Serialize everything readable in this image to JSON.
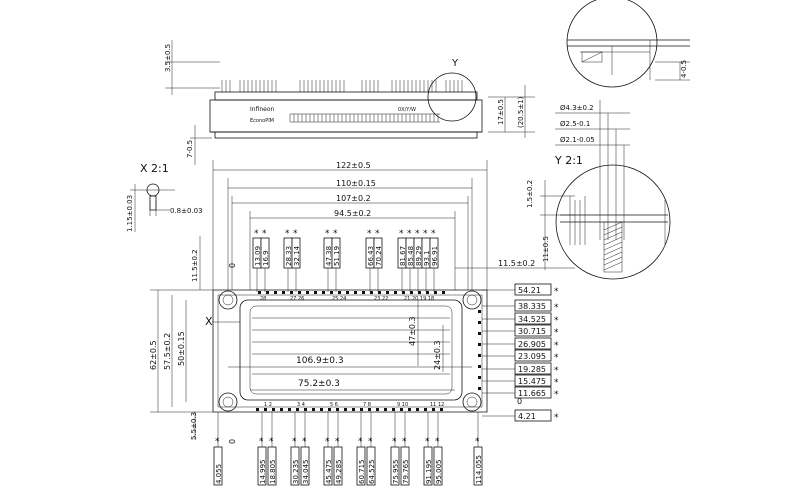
{
  "side_view": {
    "dim_pin_top": "3.5±0.5",
    "dim_bottom": "7-0.5",
    "dim_17": "17±0.5",
    "dim_205": "(20.5±1)",
    "dim_45": "4-0.5",
    "label_y": "Y",
    "brand_text": "Infineon",
    "product_text": "EconoPIM",
    "marking_text": "0X/Y/W"
  },
  "detail_x": {
    "title": "X 2:1",
    "dim_08": "0.8±0.03",
    "dim_115": "1.15±0.03"
  },
  "detail_y": {
    "title": "Y 2:1",
    "dim_d43": "Ø4.3±0.2",
    "dim_d25": "Ø2.5-0.1",
    "dim_d21": "Ø2.1-0.05",
    "dim_15": "1.5±0.2",
    "dim_11": "11±0.5"
  },
  "top_view": {
    "dim_122": "122±0.5",
    "dim_110": "110±0.15",
    "dim_107": "107±0.2",
    "dim_945": "94.5±0.2",
    "dim_115": "11.5±0.2",
    "dim_115r": "11.5±0.2",
    "dim_62": "62±0.5",
    "dim_575": "57.5±0.2",
    "dim_50": "50±0.15",
    "dim_47": "47±0.3",
    "dim_24": "24±0.3",
    "dim_1069": "106.9±0.3",
    "dim_752": "75.2±0.3",
    "dim_55": "5.5±0.3",
    "label_x": "X",
    "zero_top": "0",
    "zero_bottom": "0",
    "zero_right": "0",
    "top_dims": [
      "13.09",
      "16.9",
      "28.33",
      "32.14",
      "47.38",
      "51.19",
      "66.43",
      "70.24",
      "81.67",
      "85.48",
      "89.29",
      "93.1",
      "96.91"
    ],
    "top_pin_groups": [
      "28",
      "27 26",
      "25 24",
      "23 22",
      "21 20 19 18"
    ],
    "bottom_dims": [
      "4.055",
      "14.995",
      "18.805",
      "30.235",
      "34.045",
      "45.475",
      "49.285",
      "60.715",
      "64.525",
      "75.955",
      "79.765",
      "91.195",
      "95.005",
      "114.055"
    ],
    "bottom_pin_groups": [
      "1 2",
      "3 4",
      "5 6",
      "7 8",
      "9 10",
      "11 12"
    ],
    "right_dims": [
      "54.21",
      "38.335",
      "34.525",
      "30.715",
      "26.905",
      "23.095",
      "19.285",
      "15.475",
      "11.665",
      "4.21"
    ],
    "asterisk": "*"
  }
}
